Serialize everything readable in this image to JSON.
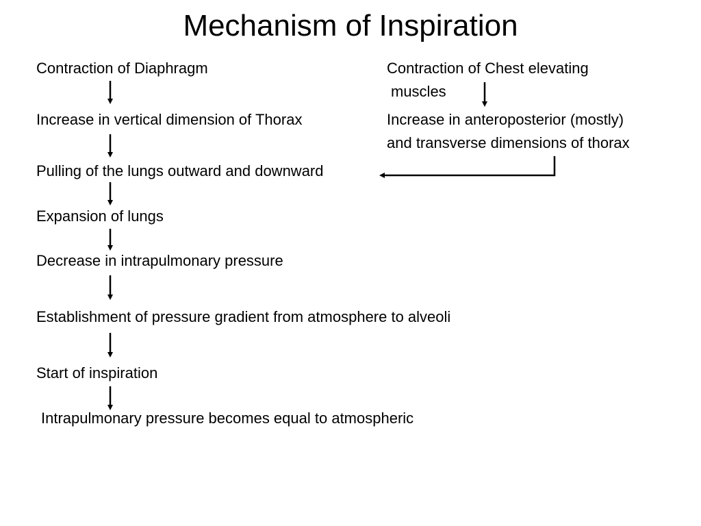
{
  "title": "Mechanism of Inspiration",
  "left_steps": [
    "Contraction of  Diaphragm",
    "Increase in vertical dimension of Thorax",
    "Pulling of the lungs outward and downward",
    "Expansion of lungs",
    "Decrease in intrapulmonary pressure",
    "Establishment of pressure gradient from atmosphere to alveoli",
    "Start of inspiration",
    "Intrapulmonary pressure becomes equal to atmospheric"
  ],
  "right_steps": [
    {
      "line1": "Contraction of Chest elevating",
      "line2": "muscles"
    },
    {
      "line1": "Increase in anteroposterior (mostly)",
      "line2": "and  transverse dimensions of thorax"
    }
  ],
  "colors": {
    "text": "#000000",
    "arrow": "#000000",
    "background": "#ffffff"
  }
}
